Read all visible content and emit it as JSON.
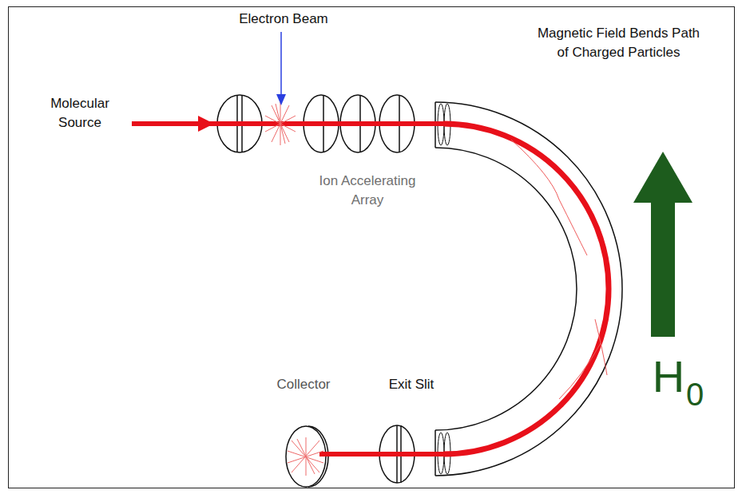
{
  "diagram": {
    "labels": [
      "Molecular Source",
      "Electron Beam",
      "Ion Accelerating Array",
      "Magnetic Field Bends Path of Charged Particles",
      "H",
      "0",
      "Collector",
      "Exit Slit"
    ]
  }
}
